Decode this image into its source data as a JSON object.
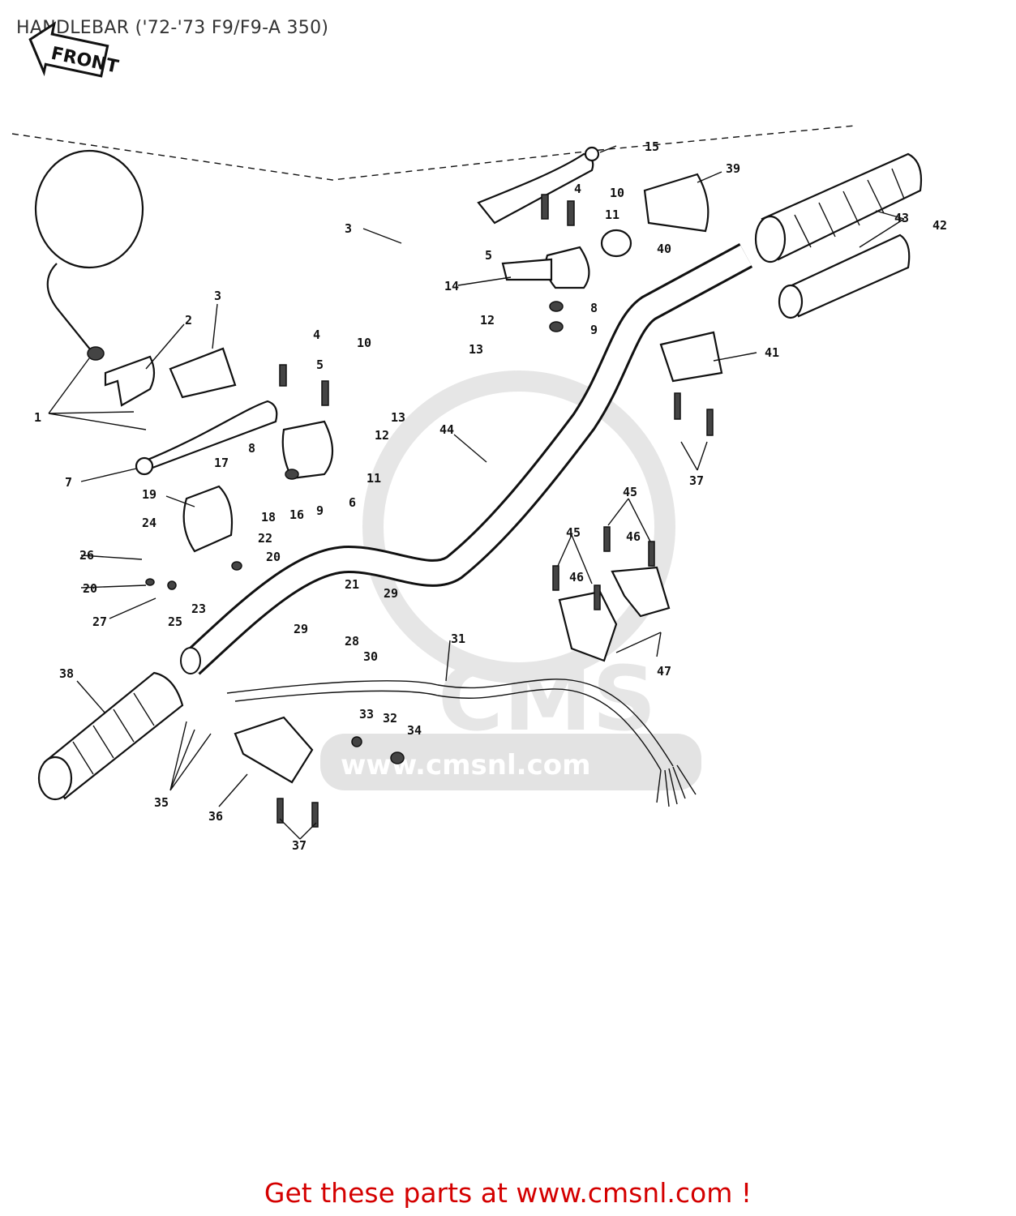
{
  "title": "HANDLEBAR ('72-'73 F9/F9-A 350)",
  "front_label": "FRONT",
  "watermark": {
    "text": "www.cmsnl.com",
    "logo_text": "CMS"
  },
  "footer": {
    "text": "Get these parts at www.cmsnl.com !"
  },
  "callouts": [
    {
      "n": "1"
    },
    {
      "n": "2"
    },
    {
      "n": "3"
    },
    {
      "n": "3"
    },
    {
      "n": "4"
    },
    {
      "n": "4"
    },
    {
      "n": "5"
    },
    {
      "n": "5"
    },
    {
      "n": "6"
    },
    {
      "n": "7"
    },
    {
      "n": "8"
    },
    {
      "n": "8"
    },
    {
      "n": "9"
    },
    {
      "n": "9"
    },
    {
      "n": "10"
    },
    {
      "n": "10"
    },
    {
      "n": "11"
    },
    {
      "n": "11"
    },
    {
      "n": "12"
    },
    {
      "n": "12"
    },
    {
      "n": "13"
    },
    {
      "n": "13"
    },
    {
      "n": "14"
    },
    {
      "n": "15"
    },
    {
      "n": "16"
    },
    {
      "n": "17"
    },
    {
      "n": "18"
    },
    {
      "n": "19"
    },
    {
      "n": "20"
    },
    {
      "n": "20"
    },
    {
      "n": "21"
    },
    {
      "n": "22"
    },
    {
      "n": "23"
    },
    {
      "n": "24"
    },
    {
      "n": "25"
    },
    {
      "n": "26"
    },
    {
      "n": "27"
    },
    {
      "n": "28"
    },
    {
      "n": "29"
    },
    {
      "n": "29"
    },
    {
      "n": "30"
    },
    {
      "n": "31"
    },
    {
      "n": "32"
    },
    {
      "n": "33"
    },
    {
      "n": "34"
    },
    {
      "n": "35"
    },
    {
      "n": "36"
    },
    {
      "n": "37"
    },
    {
      "n": "37"
    },
    {
      "n": "38"
    },
    {
      "n": "39"
    },
    {
      "n": "40"
    },
    {
      "n": "41"
    },
    {
      "n": "42"
    },
    {
      "n": "43"
    },
    {
      "n": "44"
    },
    {
      "n": "45"
    },
    {
      "n": "45"
    },
    {
      "n": "46"
    },
    {
      "n": "46"
    },
    {
      "n": "47"
    }
  ]
}
